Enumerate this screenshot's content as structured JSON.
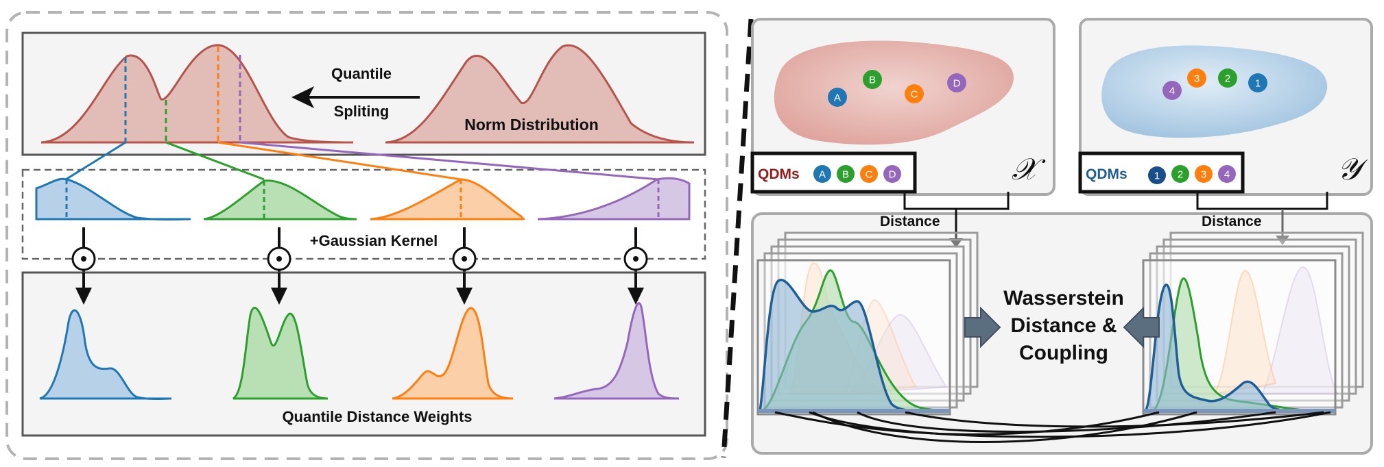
{
  "left": {
    "quantile_label_1": "Quantile",
    "quantile_label_2": "Spliting",
    "norm_distribution": "Norm Distribution",
    "gaussian_kernel": "+Gaussian Kernel",
    "quantile_distance_weights": "Quantile Distance Weights",
    "quantile_colors": [
      "#1f77b4",
      "#2ca02c",
      "#ff7f0e",
      "#9467bd"
    ]
  },
  "right": {
    "x_panel": {
      "qdms_label": "QDMs",
      "points": [
        "A",
        "B",
        "C",
        "D"
      ],
      "space_symbol": "𝒳",
      "distance_label": "Distance"
    },
    "y_panel": {
      "qdms_label": "QDMs",
      "points": [
        "1",
        "2",
        "3",
        "4"
      ],
      "space_symbol": "𝒴",
      "distance_label": "Distance"
    },
    "wasserstein": {
      "line1": "Wasserstein",
      "line2": "Distance &",
      "line3": "Coupling"
    }
  },
  "colors": {
    "norm_red": "#b5544a",
    "blob_red": "#e7b7b2",
    "blob_blue": "#a9c8e2",
    "qdm_red": "#9a1b1b",
    "qdm_blue": "#1f5f97",
    "point_dark_blue": "#184f8a"
  }
}
